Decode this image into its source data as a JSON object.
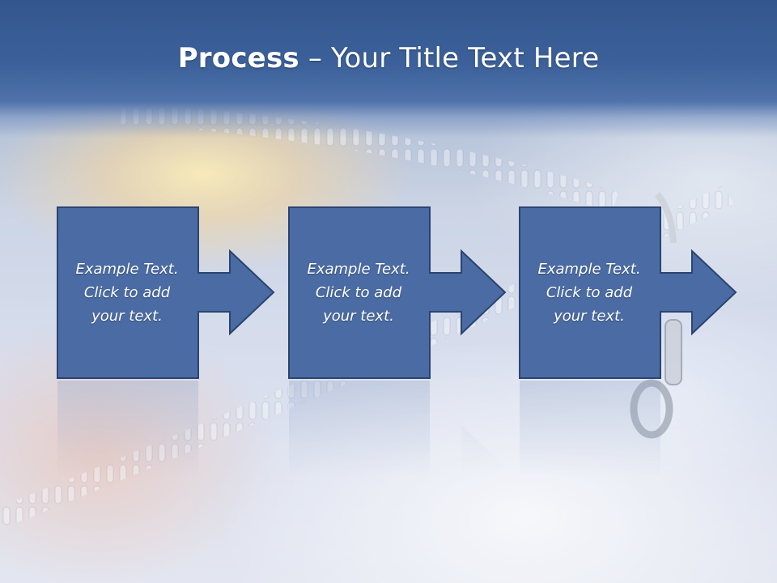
{
  "slide": {
    "title_bold": "Process",
    "title_rest": " – Your Title Text Here"
  },
  "colors": {
    "title_band": "#3c619a",
    "step_fill": "#4a6ba3",
    "step_stroke": "#2b4470",
    "text": "#ffffff"
  },
  "steps": [
    {
      "text": "Example Text.\nClick  to add\nyour text."
    },
    {
      "text": "Example Text.\nClick  to add\nyour text."
    },
    {
      "text": "Example Text.\nClick  to add\nyour text."
    }
  ]
}
